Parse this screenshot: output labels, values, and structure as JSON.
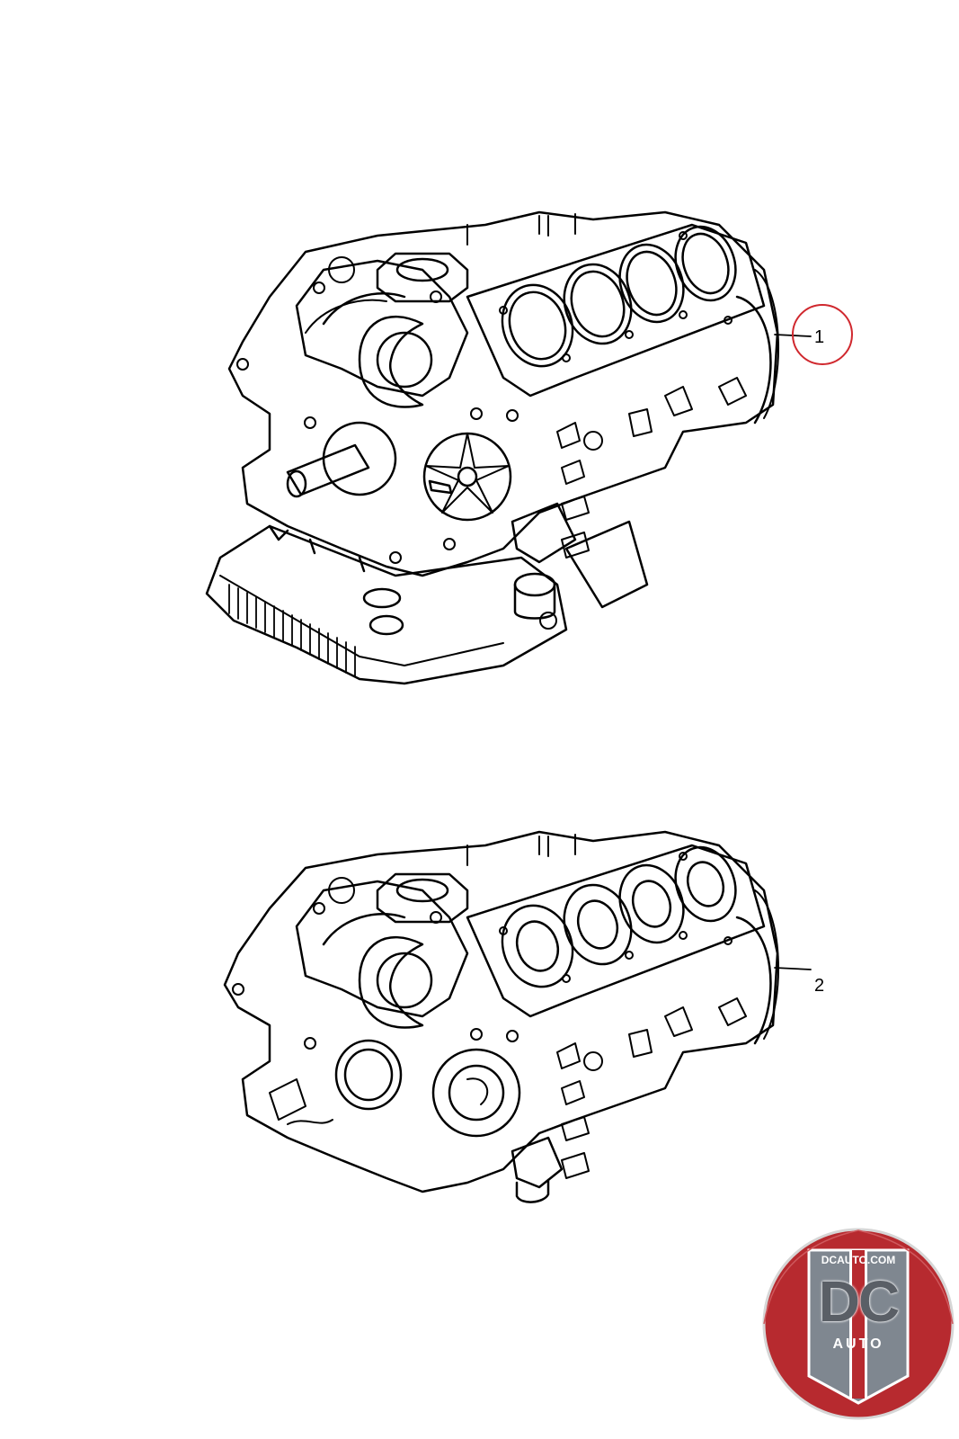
{
  "callouts": [
    {
      "label": "1",
      "highlighted": true,
      "highlight_color": "#d0282e"
    },
    {
      "label": "2",
      "highlighted": false
    }
  ],
  "logo": {
    "site": "DCAUTO.COM",
    "mark": "DC",
    "sub": "AUTO",
    "colors": {
      "red": "#b72a2f",
      "gray": "#5a5f66",
      "white": "#ffffff"
    }
  }
}
